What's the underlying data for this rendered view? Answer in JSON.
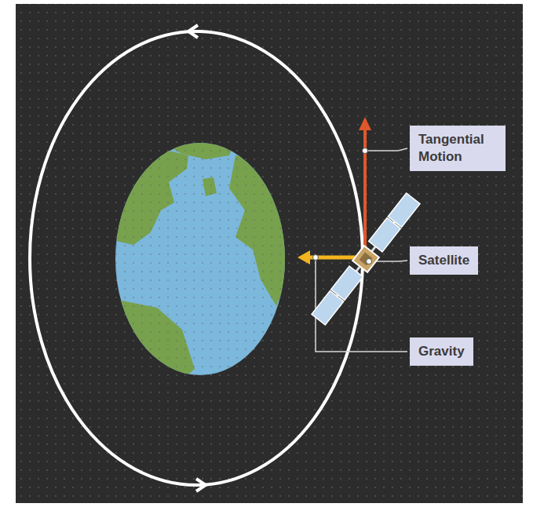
{
  "diagram": {
    "nodes": [
      {
        "text": [
          "Tangential Motion"
        ]
      },
      {
        "text": [
          "Satellite"
        ]
      },
      {
        "text": [
          "Gravity"
        ]
      }
    ]
  }
}
